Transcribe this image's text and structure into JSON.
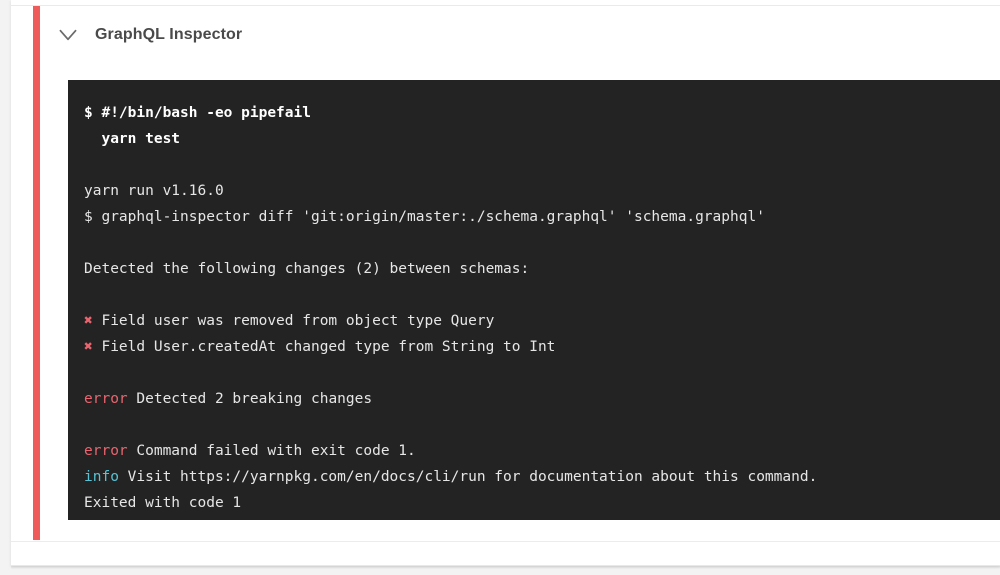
{
  "theme": {
    "page_background": "#f3f3f3",
    "card_background": "#ffffff",
    "status_bar_color": "#ef5b5b",
    "terminal_background": "#232323",
    "terminal_text_color": "#e6e6e6",
    "error_color": "#e8656f",
    "info_color": "#58c3d4",
    "title_color": "#4a4a4a"
  },
  "step": {
    "title": "GraphQL Inspector",
    "collapse_icon": "chevron-down-icon",
    "status": "failed"
  },
  "terminal": {
    "lines": [
      {
        "id": "cmd-shebang",
        "text": "$ #!/bin/bash -eo pipefail",
        "style": "bold"
      },
      {
        "id": "cmd-yarn-test",
        "text": "  yarn test",
        "style": "bold"
      },
      {
        "id": "spacer-1",
        "text": " ",
        "style": "blank"
      },
      {
        "id": "yarn-version",
        "text": "yarn run v1.16.0",
        "style": "plain"
      },
      {
        "id": "cmd-inspector-diff",
        "text": "$ graphql-inspector diff 'git:origin/master:./schema.graphql' 'schema.graphql'",
        "style": "plain"
      },
      {
        "id": "spacer-2",
        "text": " ",
        "style": "blank"
      },
      {
        "id": "detected-changes",
        "text": "Detected the following changes (2) between schemas:",
        "style": "plain"
      },
      {
        "id": "spacer-3",
        "text": " ",
        "style": "blank"
      },
      {
        "id": "change-1",
        "style": "marked",
        "marker": "✖",
        "text": " Field user was removed from object type Query"
      },
      {
        "id": "change-2",
        "style": "marked",
        "marker": "✖",
        "text": " Field User.createdAt changed type from String to Int"
      },
      {
        "id": "spacer-4",
        "text": " ",
        "style": "blank"
      },
      {
        "id": "error-breaking",
        "style": "labeled",
        "label": "error",
        "label_kind": "error",
        "text": " Detected 2 breaking changes"
      },
      {
        "id": "spacer-5",
        "text": " ",
        "style": "blank"
      },
      {
        "id": "error-exit",
        "style": "labeled",
        "label": "error",
        "label_kind": "error",
        "text": " Command failed with exit code 1."
      },
      {
        "id": "info-visit",
        "style": "labeled",
        "label": "info",
        "label_kind": "info",
        "text": " Visit https://yarnpkg.com/en/docs/cli/run for documentation about this command."
      },
      {
        "id": "exited",
        "text": "Exited with code 1",
        "style": "plain"
      }
    ]
  }
}
